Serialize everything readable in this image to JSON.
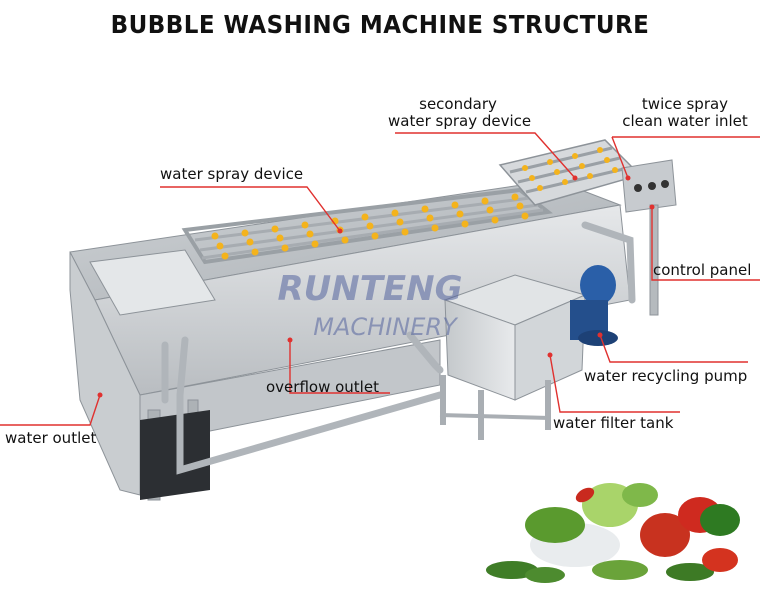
{
  "title": "BUBBLE WASHING MACHINE STRUCTURE",
  "watermark": {
    "line1": "RUNTENG",
    "line2": "MACHINERY"
  },
  "labels": {
    "secondary_spray_1": "secondary",
    "secondary_spray_2": "water spray device",
    "twice_spray_1": "twice spray",
    "twice_spray_2": "clean water inlet",
    "water_spray_device": "water spray device",
    "control_panel": "control panel",
    "water_recycling_pump": "water recycling pump",
    "overflow_outlet": "overflow outlet",
    "water_filter_tank": "water filter tank",
    "water_outlet": "water outlet"
  },
  "colors": {
    "leader_line": "#e0312f",
    "steel_light": "#d9dcdf",
    "steel_mid": "#b4b9be",
    "steel_dark": "#8d9399",
    "nozzle": "#f4b31c",
    "pump": "#2a5fa8"
  }
}
